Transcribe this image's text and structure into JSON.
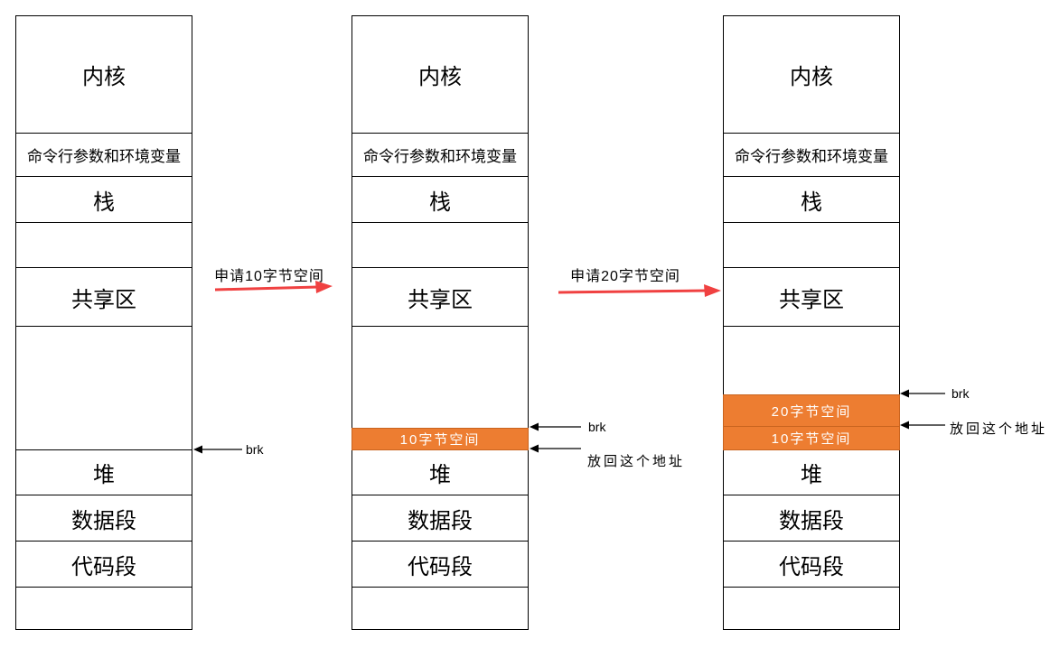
{
  "colors": {
    "line": "#000000",
    "orange_fill": "#ED7D31",
    "orange_border": "#C9641F",
    "red_arrow": "#F04141",
    "alloc_text": "#FFFFFF"
  },
  "transitions": {
    "request_10": "申请10字节空间",
    "request_20": "申请20字节空间"
  },
  "annotations": {
    "brk_col1": "brk",
    "brk_col2": "brk",
    "brk_col3": "brk",
    "release_col2": "放回这个地址",
    "release_col3": "放回这个地址"
  },
  "columns": [
    {
      "segments": {
        "kernel": "内核",
        "cmdline": "命令行参数和环境变量",
        "stack": "栈",
        "shared": "共享区",
        "heap": "堆",
        "data_segment": "数据段",
        "code_segment": "代码段"
      }
    },
    {
      "segments": {
        "kernel": "内核",
        "cmdline": "命令行参数和环境变量",
        "stack": "栈",
        "shared": "共享区",
        "alloc10": "10字节空间",
        "heap": "堆",
        "data_segment": "数据段",
        "code_segment": "代码段"
      }
    },
    {
      "segments": {
        "kernel": "内核",
        "cmdline": "命令行参数和环境变量",
        "stack": "栈",
        "shared": "共享区",
        "alloc20": "20字节空间",
        "alloc10": "10字节空间",
        "heap": "堆",
        "data_segment": "数据段",
        "code_segment": "代码段"
      }
    }
  ]
}
